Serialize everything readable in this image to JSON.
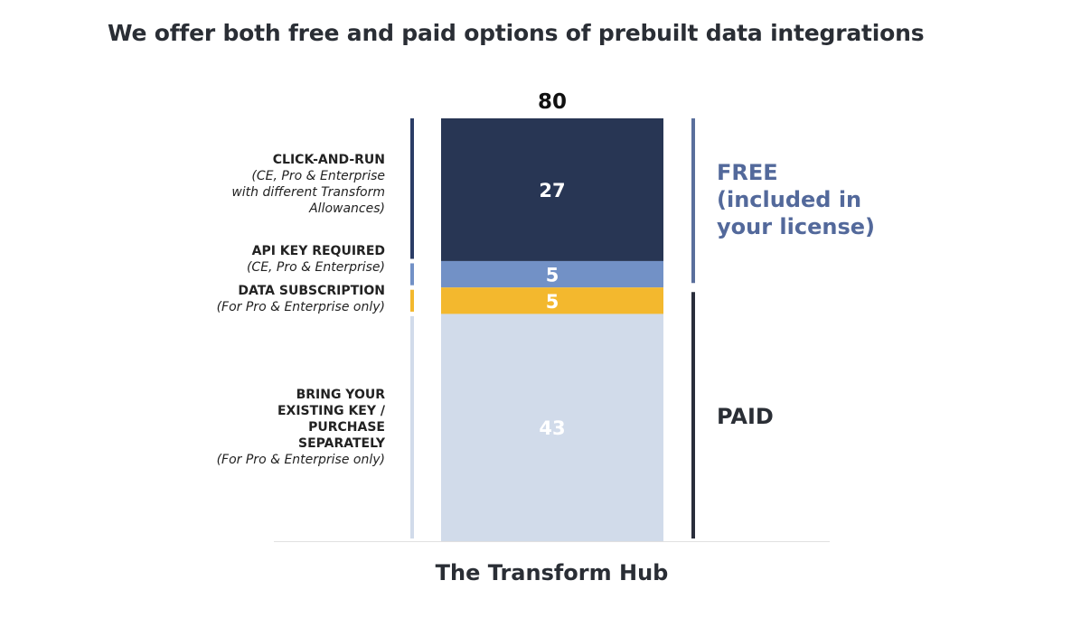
{
  "chart_data": {
    "type": "bar",
    "title": "We offer both free and paid options of prebuilt data integrations",
    "xlabel": "The Transform Hub",
    "categories": [
      "The Transform Hub"
    ],
    "total": 80,
    "ylim": [
      0,
      80
    ],
    "series": [
      {
        "name": "CLICK-AND-RUN",
        "subtitle": "(CE, Pro & Enterprise\nwith different Transform\nAllowances)",
        "value": 27,
        "color": "#283654",
        "line_color": "#2b3d66",
        "label_color": "#ffffff",
        "label_top": 168
      },
      {
        "name": "API KEY REQUIRED",
        "subtitle": "(CE, Pro & Enterprise)",
        "value": 5,
        "color": "#7291c6",
        "line_color": "#7291c6",
        "label_color": "#ffffff",
        "label_top": 269
      },
      {
        "name": "DATA SUBSCRIPTION",
        "subtitle": "(For Pro & Enterprise only)",
        "value": 5,
        "color": "#f3b82e",
        "line_color": "#f3b82e",
        "label_color": "#ffffff",
        "label_top": 313
      },
      {
        "name": "BRING YOUR\nEXISTING KEY /\nPURCHASE\nSEPARATELY",
        "subtitle": "(For Pro & Enterprise only)",
        "value": 43,
        "color": "#d1dbea",
        "line_color": "#d1dbea",
        "label_color": "#ffffff",
        "label_top": 428
      }
    ],
    "groups": [
      {
        "label": "FREE\n(included in\nyour license)",
        "from": 0,
        "to": 2,
        "color": "#5a6f9c",
        "text_color": "#53699b",
        "top": 176
      },
      {
        "label": "PAID",
        "from": 2,
        "to": 4,
        "color": "#2a2e3b",
        "text_color": "#2a2e35",
        "top": 446
      }
    ]
  }
}
